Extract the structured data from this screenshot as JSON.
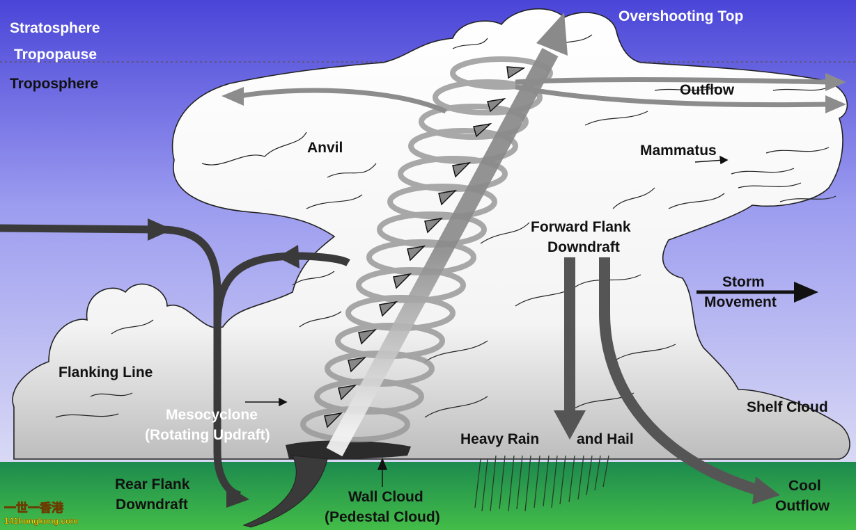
{
  "atmosphere": {
    "stratosphere": "Stratosphere",
    "tropopause": "Tropopause",
    "troposphere": "Troposphere"
  },
  "labels": {
    "overshooting_top": "Overshooting Top",
    "outflow": "Outflow",
    "anvil": "Anvil",
    "mammatus": "Mammatus",
    "forward_flank_line1": "Forward Flank",
    "forward_flank_line2": "Downdraft",
    "storm_movement_line1": "Storm",
    "storm_movement_line2": "Movement",
    "flanking_line": "Flanking Line",
    "mesocyclone_line1": "Mesocyclone",
    "mesocyclone_line2": "(Rotating Updraft)",
    "heavy_rain": "Heavy Rain",
    "and_hail": "and Hail",
    "shelf_cloud": "Shelf Cloud",
    "rear_flank_line1": "Rear Flank",
    "rear_flank_line2": "Downdraft",
    "wall_cloud_line1": "Wall Cloud",
    "wall_cloud_line2": "(Pedestal Cloud)",
    "cool_outflow_line1": "Cool",
    "cool_outflow_line2": "Outflow"
  },
  "watermark": {
    "line1": "一世一香港",
    "line2": "141hongkong.com"
  },
  "colors": {
    "sky_top": "#4a45d8",
    "sky_bottom": "#d6d6f4",
    "ground": "#1f8f4e",
    "ground_bottom": "#3fb94a",
    "cloud": "#ffffff",
    "arrow_dark": "#3a3a3a",
    "arrow_grey": "#8c8c8c"
  }
}
